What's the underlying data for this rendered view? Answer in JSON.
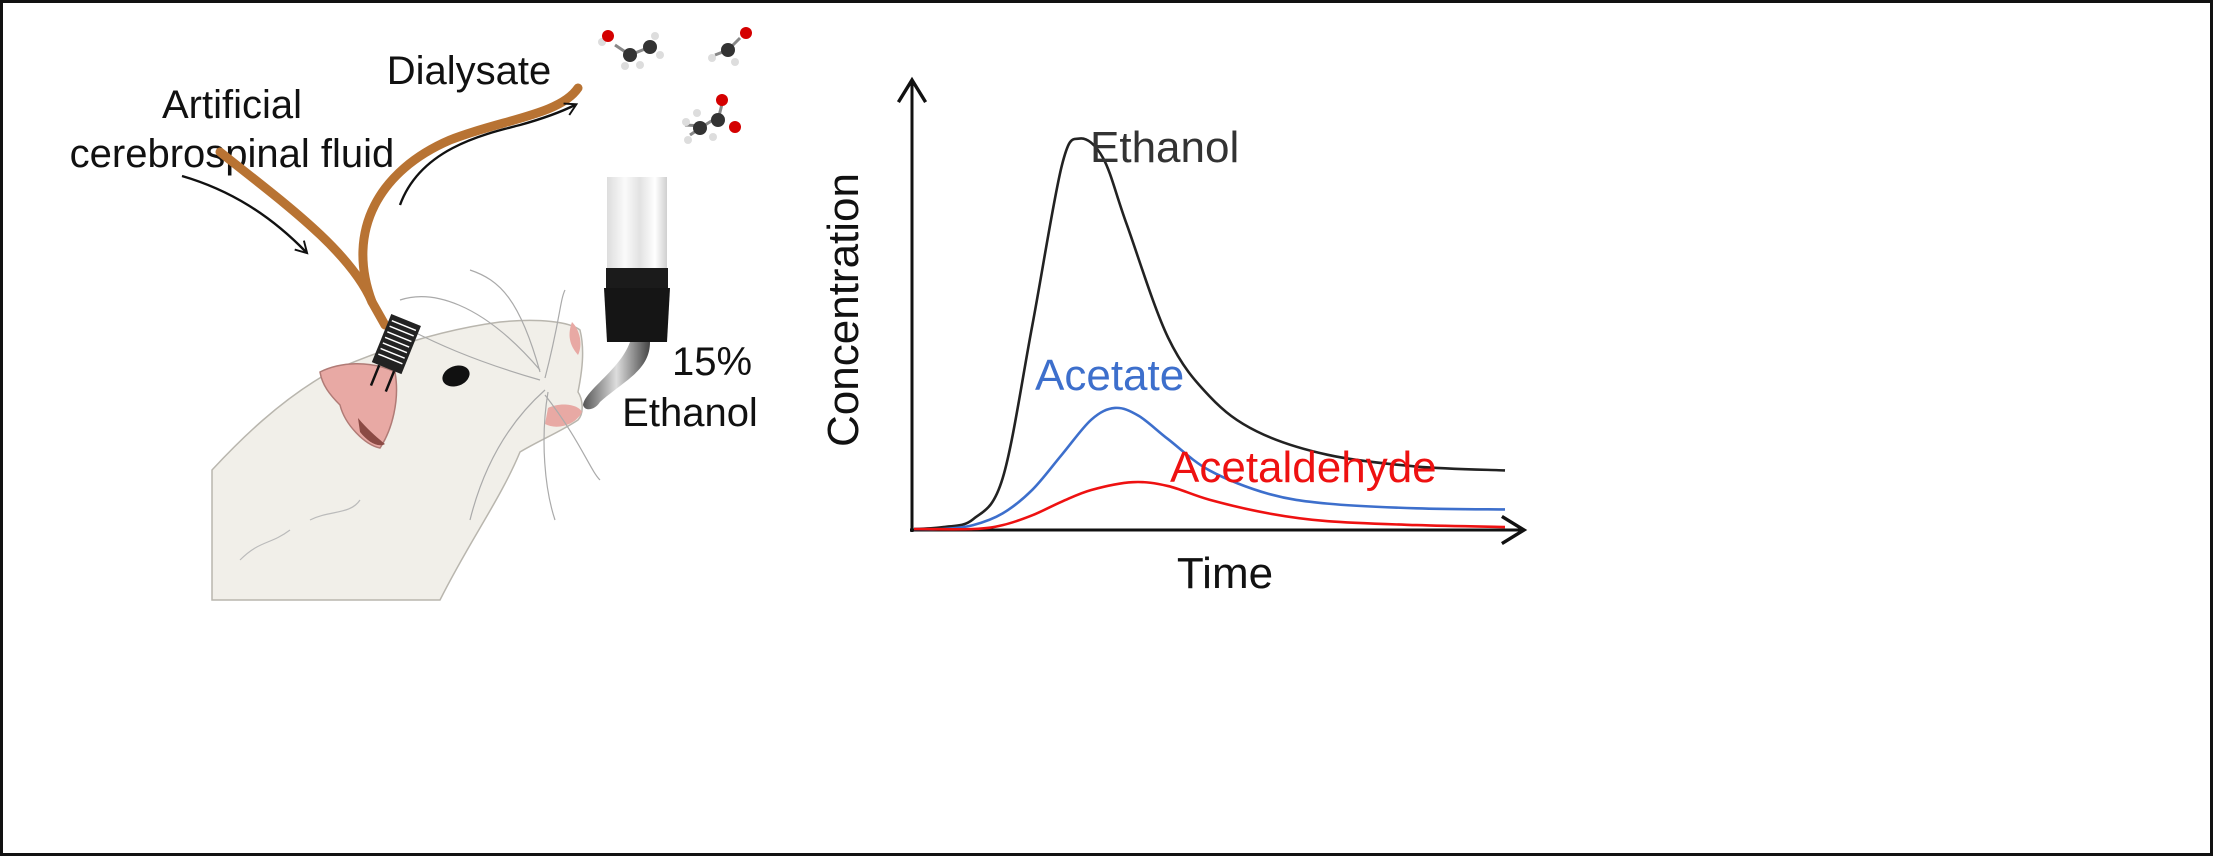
{
  "left_panel": {
    "inflow_label_line1": "Artificial",
    "inflow_label_line2": "cerebrospinal fluid",
    "outflow_label": "Dialysate",
    "bottle_label_line1": "15%",
    "bottle_label_line2": "Ethanol",
    "colors": {
      "tubing": "#b87333",
      "rat_fur": "#f1efe9",
      "ear": "#e8a9a4",
      "oxygen": "#d40000",
      "carbon": "#333333",
      "hydrogen": "#dddddd"
    }
  },
  "chart_data": {
    "type": "line",
    "title": "",
    "xlabel": "Time",
    "ylabel": "Concentration",
    "xlim": [
      0,
      10
    ],
    "ylim": [
      0,
      115
    ],
    "grid": false,
    "ticks": "none",
    "series": [
      {
        "name": "Ethanol",
        "color": "#222222",
        "x": [
          0,
          0.5,
          1,
          1.5,
          2,
          2.5,
          2.8,
          3.2,
          3.6,
          4.3,
          5,
          5.8,
          7,
          8.5,
          10
        ],
        "y": [
          0,
          0.5,
          2.5,
          13,
          52,
          93,
          100,
          95,
          78,
          49,
          34,
          25,
          19,
          16,
          15
        ]
      },
      {
        "name": "Acetate",
        "color": "#3d6fcc",
        "x": [
          0,
          0.5,
          1,
          1.5,
          2,
          2.5,
          3,
          3.4,
          3.8,
          4.3,
          5,
          6,
          7,
          8.5,
          10
        ],
        "y": [
          0,
          0,
          1,
          4,
          10,
          19,
          28,
          31,
          29,
          23,
          15,
          9,
          6.5,
          5.3,
          5
        ]
      },
      {
        "name": "Acetaldehyde",
        "color": "#ee1111",
        "x": [
          0,
          1,
          1.5,
          2,
          2.5,
          3,
          3.7,
          4.3,
          5,
          6,
          7,
          8.5,
          10
        ],
        "y": [
          0,
          0,
          1,
          3.5,
          7,
          10,
          12,
          11,
          7.5,
          4,
          2,
          1,
          0.5
        ]
      }
    ]
  }
}
